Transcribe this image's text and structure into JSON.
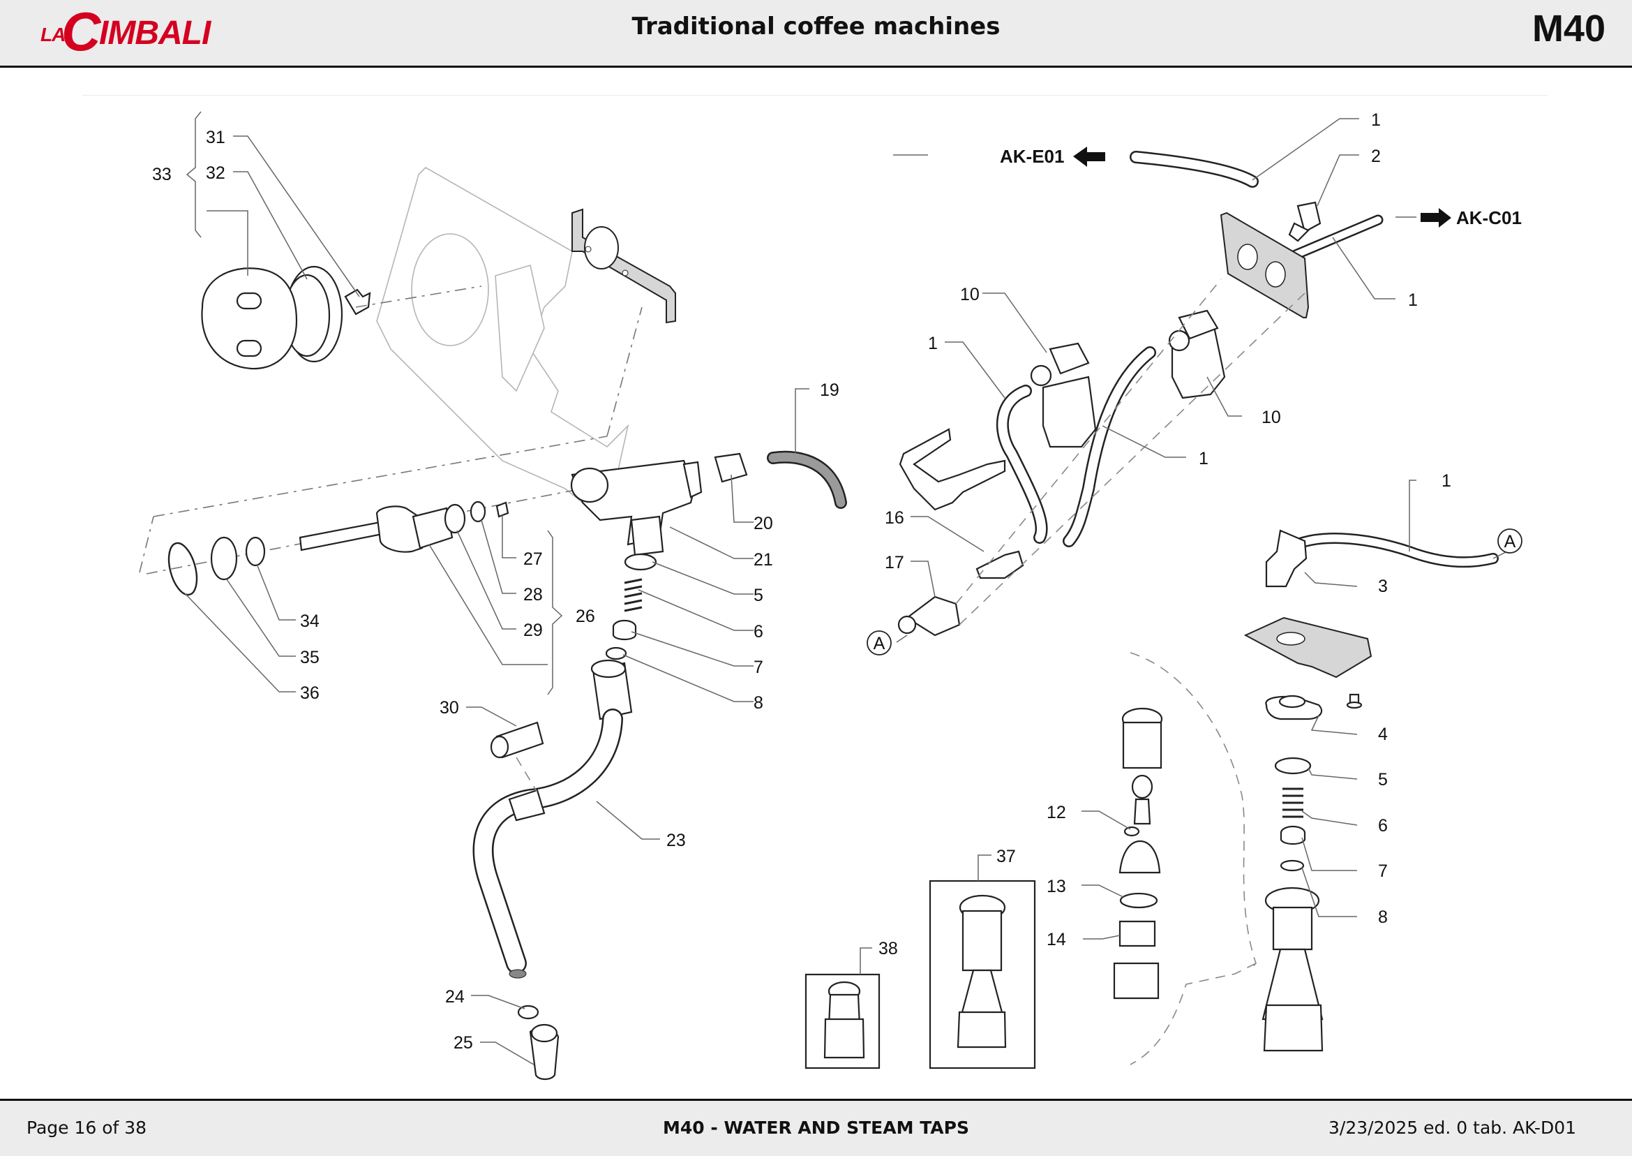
{
  "header": {
    "brand_prefix": "LA",
    "brand_c": "C",
    "brand_rest": "IMBALI",
    "brand_color": "#d4001f",
    "title": "Traditional coffee machines",
    "model": "M40"
  },
  "footer": {
    "page": "Page 16 of 38",
    "section_title": "M40 - WATER AND STEAM TAPS",
    "reference": "3/23/2025 ed. 0 tab. AK-D01"
  },
  "diagram": {
    "callouts": {
      "c1a": "1",
      "c2": "2",
      "c1b": "1",
      "c10a": "10",
      "c1c": "1",
      "c10b": "10",
      "c1d": "1",
      "c16": "16",
      "c17": "17",
      "c1e": "1",
      "c3": "3",
      "c4": "4",
      "c5r": "5",
      "c6r": "6",
      "c7r": "7",
      "c8r": "8",
      "c12": "12",
      "c13": "13",
      "c14": "14",
      "c37": "37",
      "c38": "38",
      "c31": "31",
      "c32": "32",
      "c33": "33",
      "c19": "19",
      "c20": "20",
      "c21": "21",
      "c5l": "5",
      "c6l": "6",
      "c7l": "7",
      "c8l": "8",
      "c26": "26",
      "c27": "27",
      "c28": "28",
      "c29": "29",
      "c34": "34",
      "c35": "35",
      "c36": "36",
      "c30": "30",
      "c23": "23",
      "c24": "24",
      "c25": "25"
    },
    "references": {
      "left_arrow": "AK-E01",
      "right_arrow": "AK-C01"
    },
    "connection_marker": "A"
  }
}
